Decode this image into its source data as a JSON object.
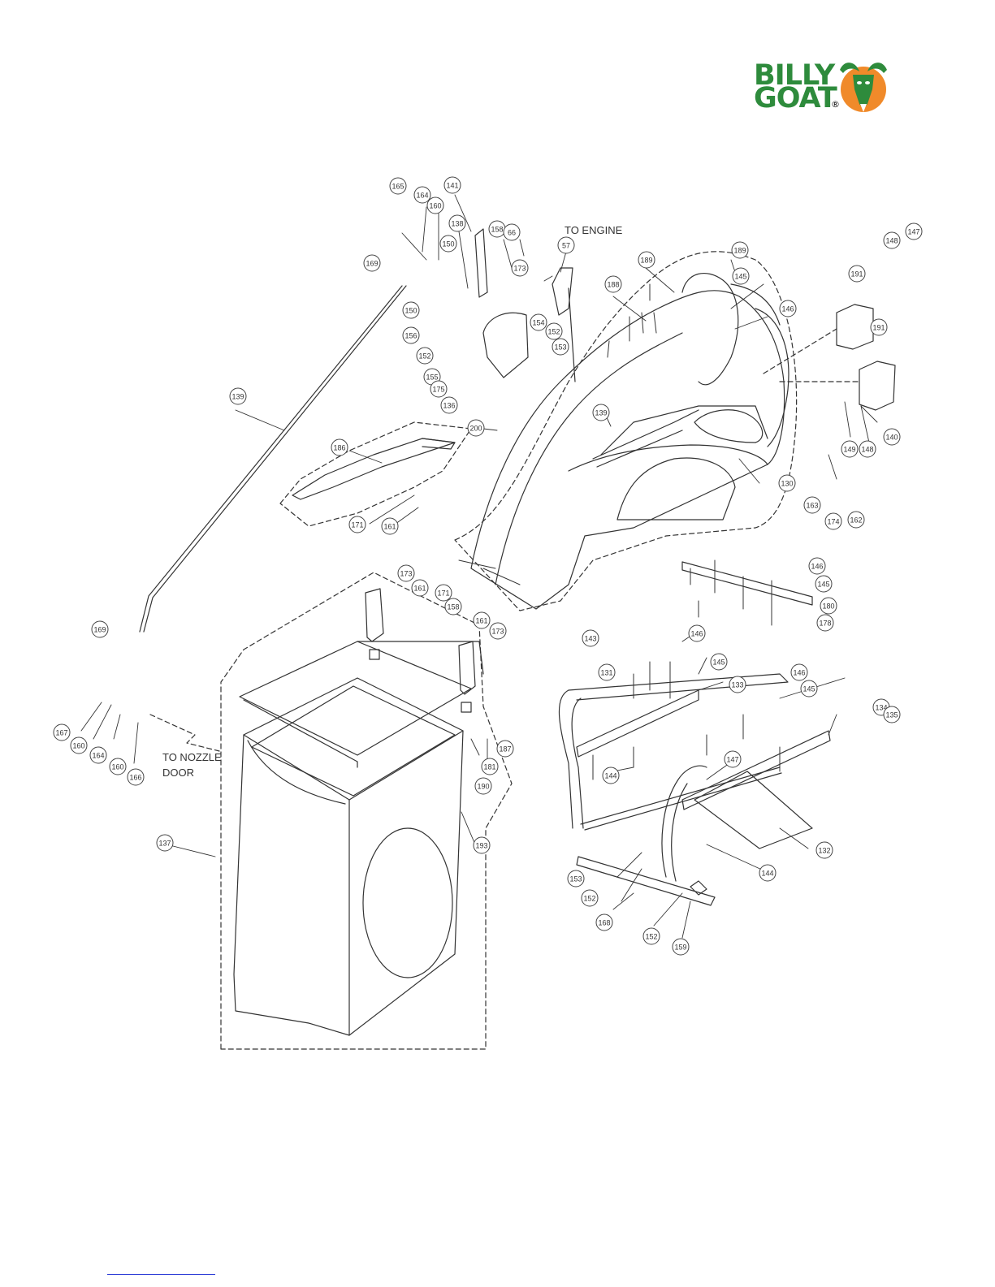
{
  "brand": {
    "line1": "BILLY",
    "line2": "GOAT",
    "registered": "®",
    "green": "#2e8b3c",
    "orange": "#f08a2a"
  },
  "diagram": {
    "label_ring_color": "#444444",
    "line_color": "#333333",
    "annotations": {
      "to_engine": "TO ENGINE",
      "to_nozzle_door_line1": "TO NOZZLE",
      "to_nozzle_door_line2": "DOOR"
    },
    "callouts": [
      "165",
      "164",
      "160",
      "141",
      "138",
      "150",
      "158",
      "66",
      "173",
      "57",
      "189",
      "188",
      "189",
      "145",
      "148",
      "147",
      "169",
      "150",
      "156",
      "152",
      "155",
      "154",
      "152",
      "153",
      "175",
      "136",
      "191",
      "146",
      "191",
      "139",
      "200",
      "139",
      "186",
      "171",
      "161",
      "130",
      "149",
      "148",
      "140",
      "163",
      "174",
      "162",
      "173",
      "161",
      "171",
      "158",
      "161",
      "173",
      "146",
      "145",
      "180",
      "178",
      "146",
      "145",
      "133",
      "143",
      "131",
      "146",
      "145",
      "134",
      "135",
      "169",
      "167",
      "160",
      "164",
      "160",
      "166",
      "187",
      "181",
      "190",
      "147",
      "144",
      "137",
      "193",
      "153",
      "152",
      "168",
      "132",
      "144",
      "152",
      "159"
    ]
  },
  "footer": {
    "link_color": "#2a3bd6"
  }
}
